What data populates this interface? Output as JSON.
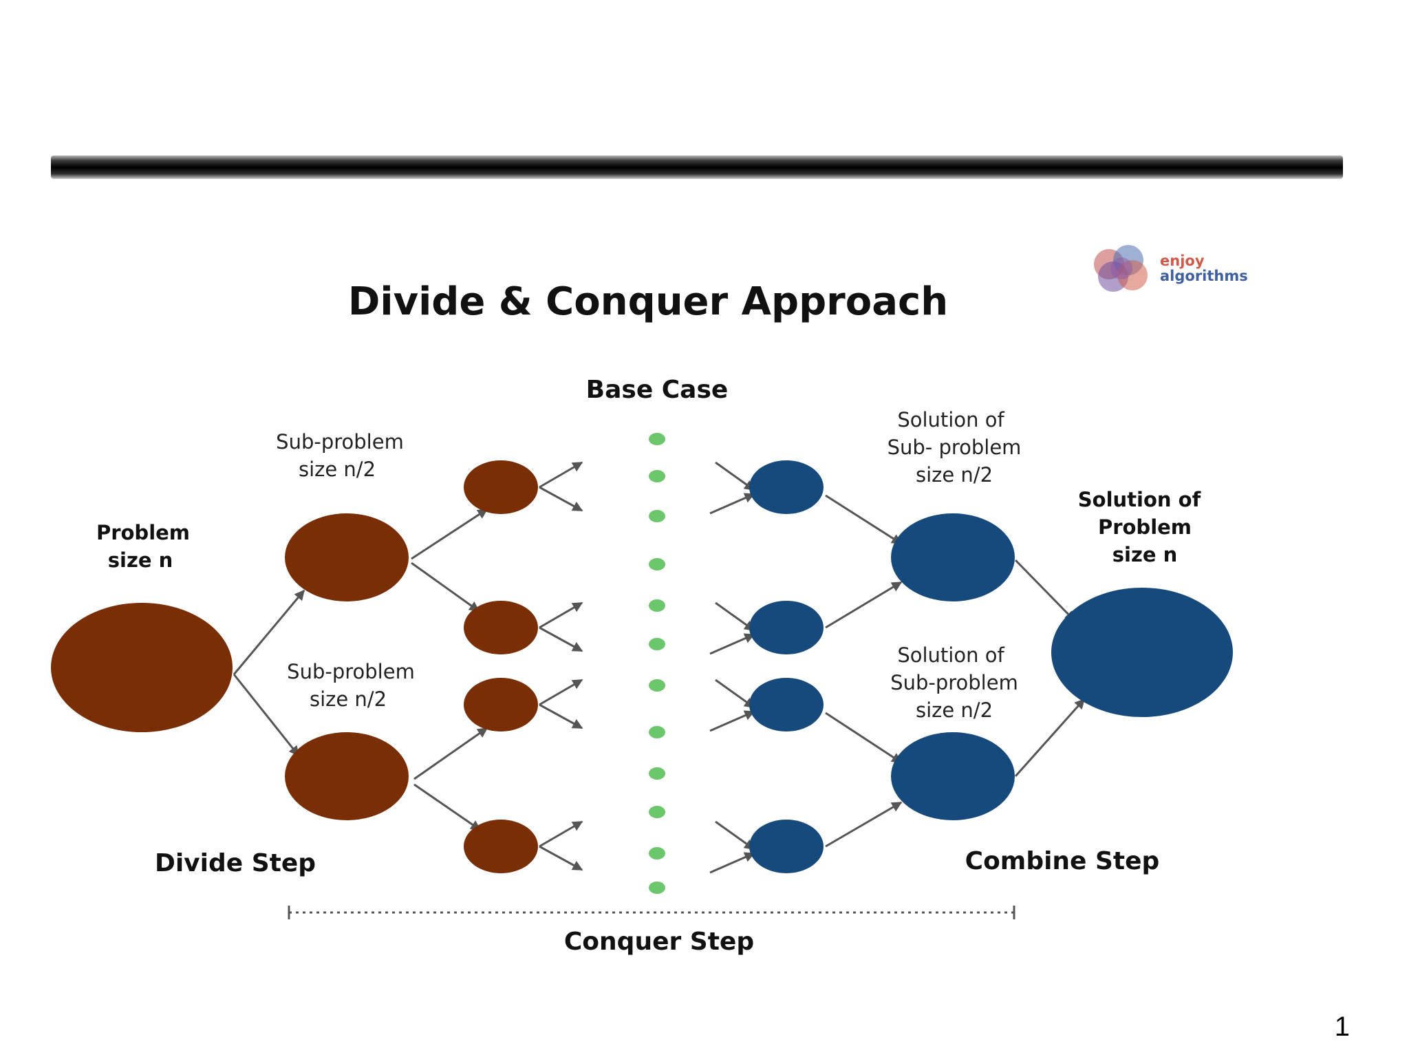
{
  "title": "Divide & Conquer Approach",
  "logo": {
    "line1": "enjoy",
    "line2": "algorithms"
  },
  "labels": {
    "base_case": "Base Case",
    "problem": [
      "Problem",
      "size n"
    ],
    "subproblem_top": [
      "Sub-problem",
      "size n/2"
    ],
    "subproblem_bottom": [
      "Sub-problem",
      "size n/2"
    ],
    "solution_sub_top": [
      "Solution of",
      "Sub- problem",
      "size n/2"
    ],
    "solution_sub_bottom": [
      "Solution of",
      "Sub-problem",
      "size n/2"
    ],
    "solution_problem": [
      "Solution of",
      "Problem",
      "size n"
    ],
    "divide_step": "Divide Step",
    "combine_step": "Combine Step",
    "conquer_step": "Conquer Step"
  },
  "page_number": "1",
  "colors": {
    "divide": "#7a2e06",
    "combine": "#174a7c",
    "base_case_dots": "#6cc76c",
    "arrows": "#555555",
    "logo_text_1": "#d05a4a",
    "logo_text_2": "#3f5f9f"
  }
}
